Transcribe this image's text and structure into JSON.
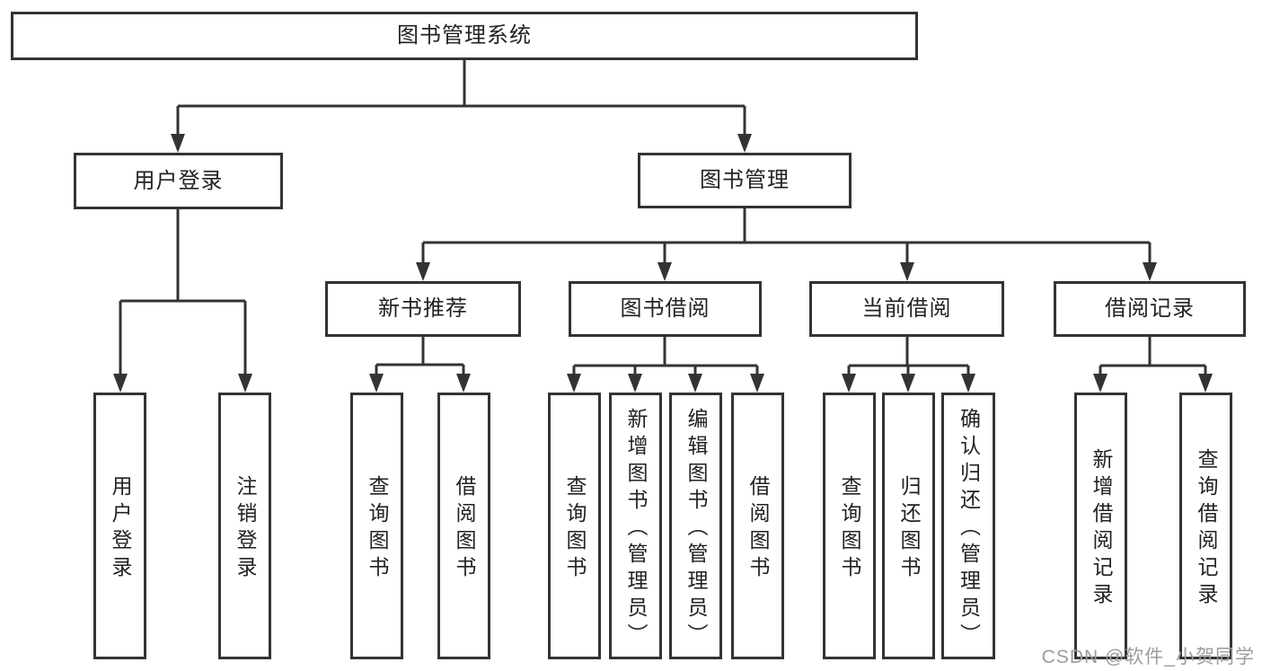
{
  "diagram": {
    "root_label": "图书管理系统",
    "level2": {
      "user_login": "用户登录",
      "book_mgmt": "图书管理"
    },
    "level3": {
      "new_books": "新书推荐",
      "book_borrow": "图书借阅",
      "current_borrow": "当前借阅",
      "borrow_records": "借阅记录"
    },
    "leaves": {
      "user_login_1": "用户登录",
      "user_login_2": "注销登录",
      "new_books_1": "查询图书",
      "new_books_2": "借阅图书",
      "book_borrow_1": "查询图书",
      "book_borrow_2": "新增图书（管理员）",
      "book_borrow_3": "编辑图书（管理员）",
      "book_borrow_4": "借阅图书",
      "current_borrow_1": "查询图书",
      "current_borrow_2": "归还图书",
      "current_borrow_3": "确认归还（管理员）",
      "borrow_records_1": "新增借阅记录",
      "borrow_records_2": "查询借阅记录"
    }
  },
  "watermark": "CSDN @软件_小贺同学",
  "colors": {
    "line": "#333333",
    "text": "#222222",
    "background": "#ffffff",
    "watermark": "#9c9c9c"
  }
}
